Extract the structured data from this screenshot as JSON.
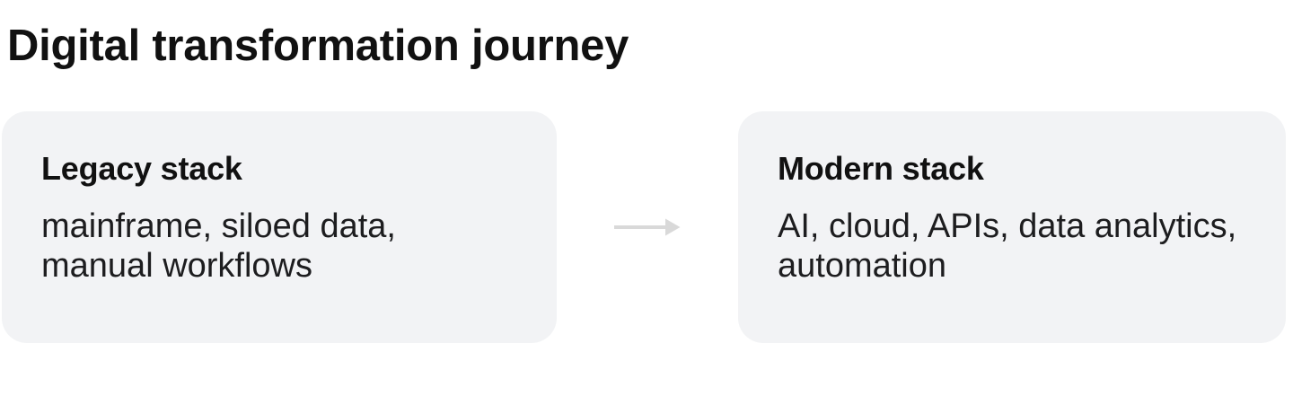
{
  "page": {
    "title": "Digital transformation journey"
  },
  "colors": {
    "background": "#ffffff",
    "card_background": "#f2f3f5",
    "arrow": "#d9d9d9",
    "heading_text": "#111111",
    "body_text": "#1d1d1f"
  },
  "cards": [
    {
      "heading": "Legacy stack",
      "description": "mainframe, siloed data, manual workflows"
    },
    {
      "heading": "Modern stack",
      "description": "AI, cloud, APIs, data analytics, automation"
    }
  ],
  "arrow": {
    "name": "right-arrow-icon",
    "direction": "right"
  }
}
